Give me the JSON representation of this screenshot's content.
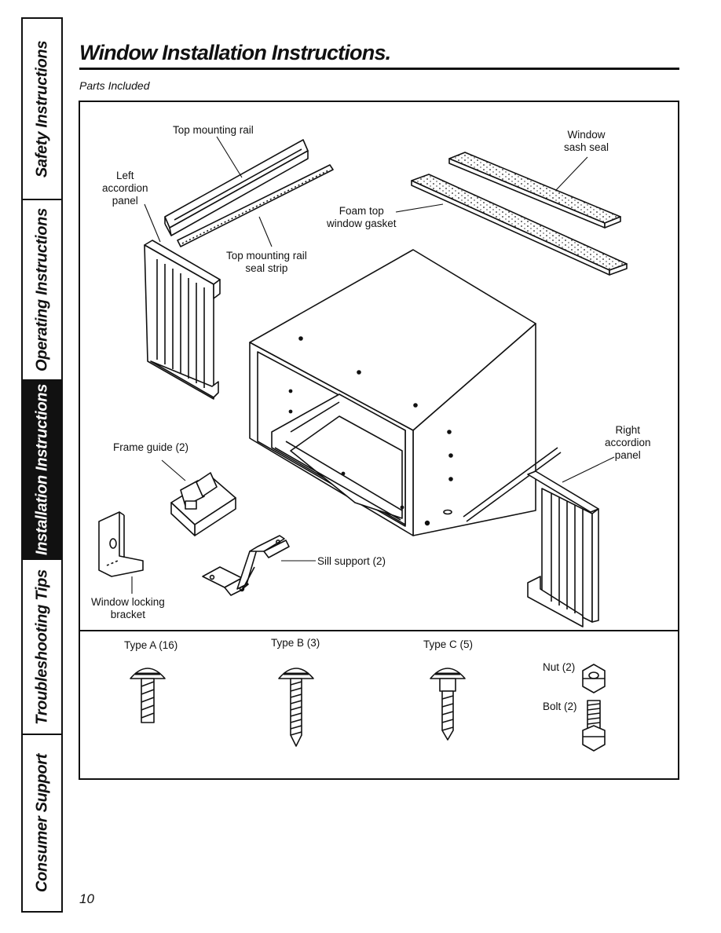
{
  "side_tabs": [
    {
      "label": "Safety Instructions",
      "active": false
    },
    {
      "label": "Operating Instructions",
      "active": false
    },
    {
      "label": "Installation Instructions",
      "active": true
    },
    {
      "label": "Troubleshooting Tips",
      "active": false
    },
    {
      "label": "Consumer Support",
      "active": false
    }
  ],
  "header": {
    "title": "Window Installation Instructions.",
    "subtitle": "Parts Included"
  },
  "parts": {
    "top_mounting_rail": "Top mounting rail",
    "left_accordion_panel": [
      "Left",
      "accordion",
      "panel"
    ],
    "window_sash_seal": [
      "Window",
      "sash seal"
    ],
    "foam_top_window_gasket": [
      "Foam top",
      "window gasket"
    ],
    "top_mounting_rail_seal_strip": [
      "Top mounting rail",
      "seal strip"
    ],
    "frame_guide": "Frame guide (2)",
    "right_accordion_panel": [
      "Right",
      "accordion",
      "panel"
    ],
    "sill_support": "Sill support (2)",
    "window_locking_bracket": [
      "Window locking",
      "bracket"
    ]
  },
  "hardware": {
    "type_a": "Type A (16)",
    "type_b": "Type B (3)",
    "type_c": "Type C (5)",
    "nut": "Nut (2)",
    "bolt": "Bolt (2)"
  },
  "page_number": "10"
}
